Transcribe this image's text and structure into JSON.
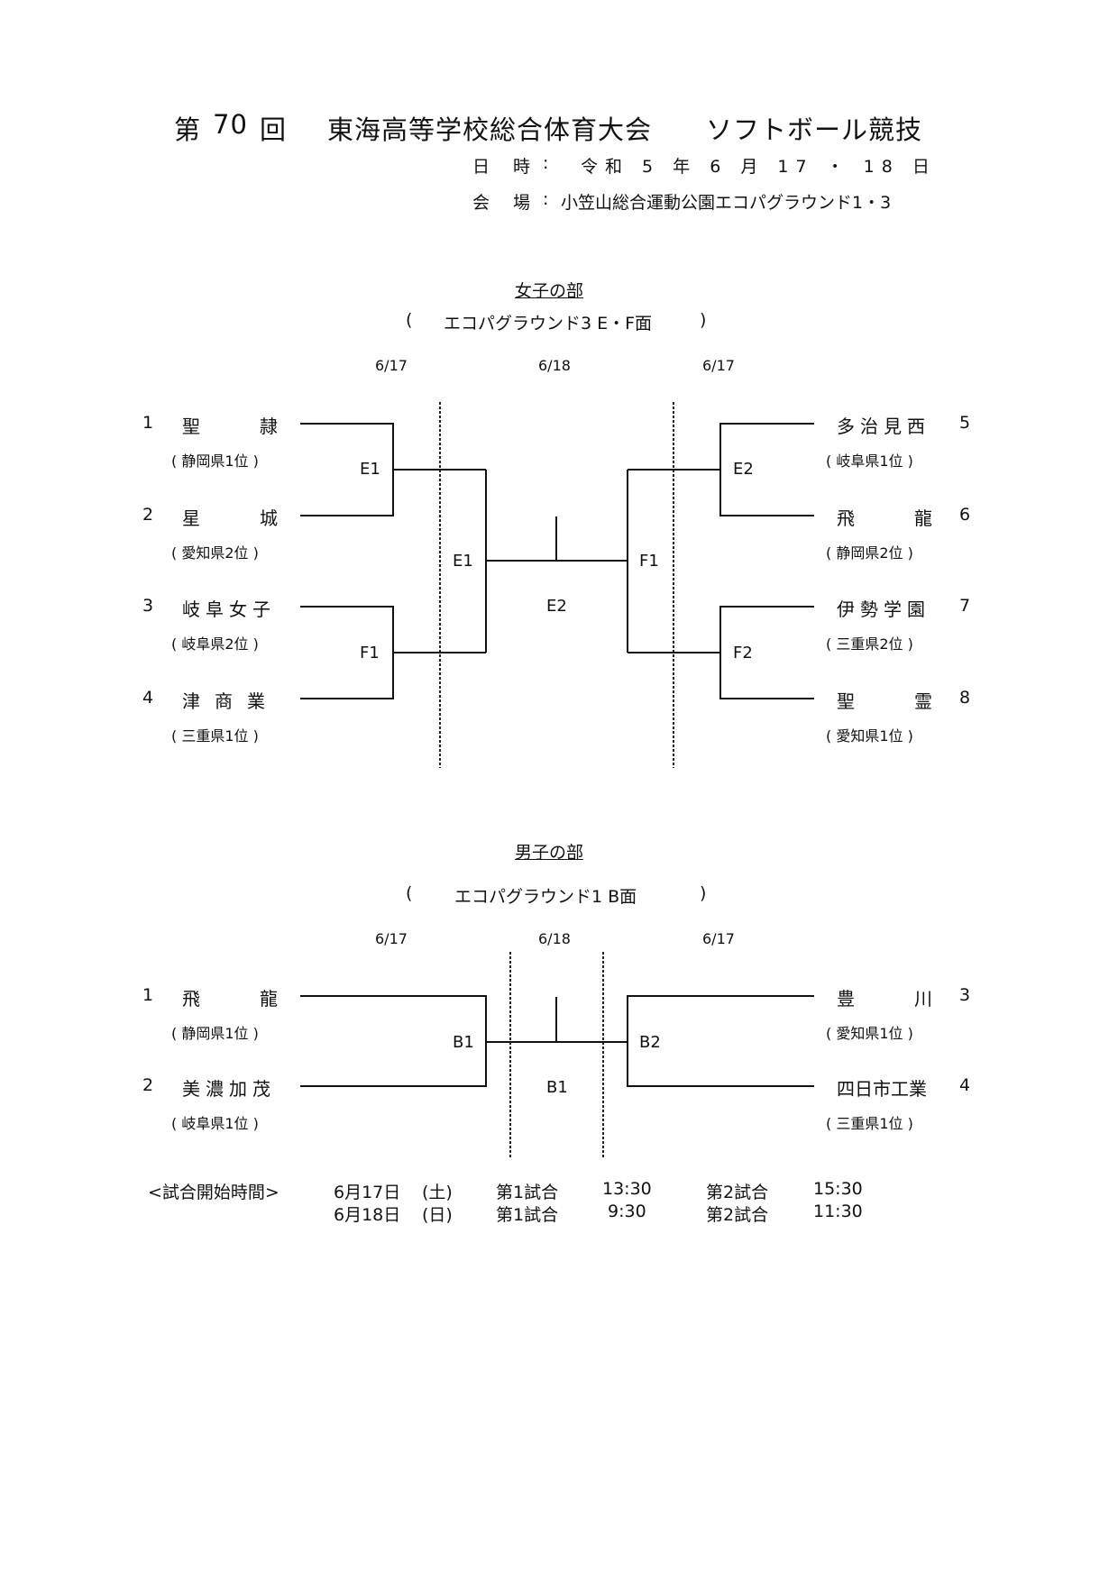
{
  "header": {
    "title_parts": [
      "第",
      "70",
      "回",
      "東海高等学校総合体育大会",
      "ソフトボール競技"
    ],
    "date_label": "日 時",
    "date_colon": ":",
    "date_value": "令和 5 年 6 月 17 ・ 18 日",
    "venue_label": "会 場",
    "venue_colon": ":",
    "venue_value": "小笠山総合運動公園エコパグラウンド1・3"
  },
  "women": {
    "section_title": "女子の部",
    "venue_open": "(",
    "venue": "エコパグラウンド3 E・F面",
    "venue_close": ")",
    "dates": [
      "6/17",
      "6/18",
      "6/17"
    ],
    "teams": [
      {
        "seed": "1",
        "name": "聖 隷",
        "pref": "( 静岡県1位 )"
      },
      {
        "seed": "2",
        "name": "星 城",
        "pref": "( 愛知県2位 )"
      },
      {
        "seed": "3",
        "name": "岐阜女子",
        "pref": "( 岐阜県2位 )"
      },
      {
        "seed": "4",
        "name": "津商業",
        "pref": "( 三重県1位 )"
      },
      {
        "seed": "5",
        "name": "多治見西",
        "pref": "( 岐阜県1位 )"
      },
      {
        "seed": "6",
        "name": "飛 龍",
        "pref": "( 静岡県2位 )"
      },
      {
        "seed": "7",
        "name": "伊勢学園",
        "pref": "( 三重県2位 )"
      },
      {
        "seed": "8",
        "name": "聖 霊",
        "pref": "( 愛知県1位 )"
      }
    ],
    "match_labels": [
      "E1",
      "F1",
      "E1",
      "E2",
      "F1",
      "E2",
      "F2"
    ]
  },
  "men": {
    "section_title": "男子の部",
    "venue_open": "(",
    "venue": "エコパグラウンド1 B面",
    "venue_close": ")",
    "dates": [
      "6/17",
      "6/18",
      "6/17"
    ],
    "teams": [
      {
        "seed": "1",
        "name": "飛 龍",
        "pref": "( 静岡県1位 )"
      },
      {
        "seed": "2",
        "name": "美濃加茂",
        "pref": "( 岐阜県1位 )"
      },
      {
        "seed": "3",
        "name": "豊 川",
        "pref": "( 愛知県1位 )"
      },
      {
        "seed": "4",
        "name": "四日市工業",
        "pref": "( 三重県1位 )"
      }
    ],
    "match_labels": [
      "B1",
      "B1",
      "B2"
    ]
  },
  "schedule": {
    "heading": "<試合開始時間>",
    "rows": [
      {
        "date": "6月17日",
        "day": "(土)",
        "g1": "第1試合",
        "t1": "13:30",
        "g2": "第2試合",
        "t2": "15:30"
      },
      {
        "date": "6月18日",
        "day": "(日)",
        "g1": "第1試合",
        "t1": "9:30",
        "g2": "第2試合",
        "t2": "11:30"
      }
    ]
  }
}
